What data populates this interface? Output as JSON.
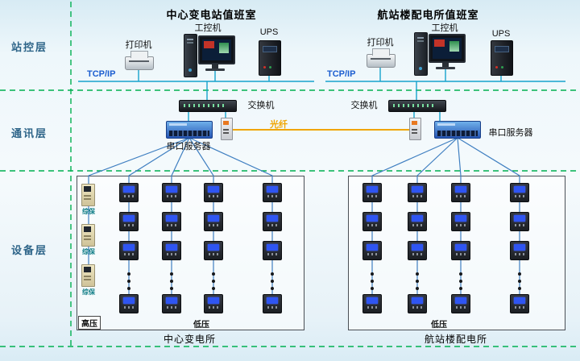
{
  "layers": {
    "station_label": "站控层",
    "comm_label": "通讯层",
    "device_label": "设备层"
  },
  "left_room": {
    "title": "中心变电站值班室",
    "pc_label": "工控机",
    "printer_label": "打印机",
    "ups_label": "UPS",
    "tcpip_label": "TCP/IP",
    "switch_label": "交换机",
    "serial_server_label": "串口服务器",
    "protection_label": "综保",
    "hv_label": "高压",
    "lv_label": "低压",
    "caption": "中心变电所"
  },
  "right_room": {
    "title": "航站楼配电所值班室",
    "printer_label": "打印机",
    "pc_label": "工控机",
    "ups_label": "UPS",
    "tcpip_label": "TCP/IP",
    "switch_label": "交换机",
    "serial_server_label": "串口服务器",
    "lv_label": "低压",
    "caption": "航站楼配电所"
  },
  "fiber_label": "光纤",
  "colors": {
    "layer_line_green": "#00b050",
    "network_line_blue": "#16a2cc",
    "branch_line_blue": "#3f7fc1",
    "fiber_orange": "#f0a500",
    "tcpip_text_blue": "#1c5ed0"
  }
}
